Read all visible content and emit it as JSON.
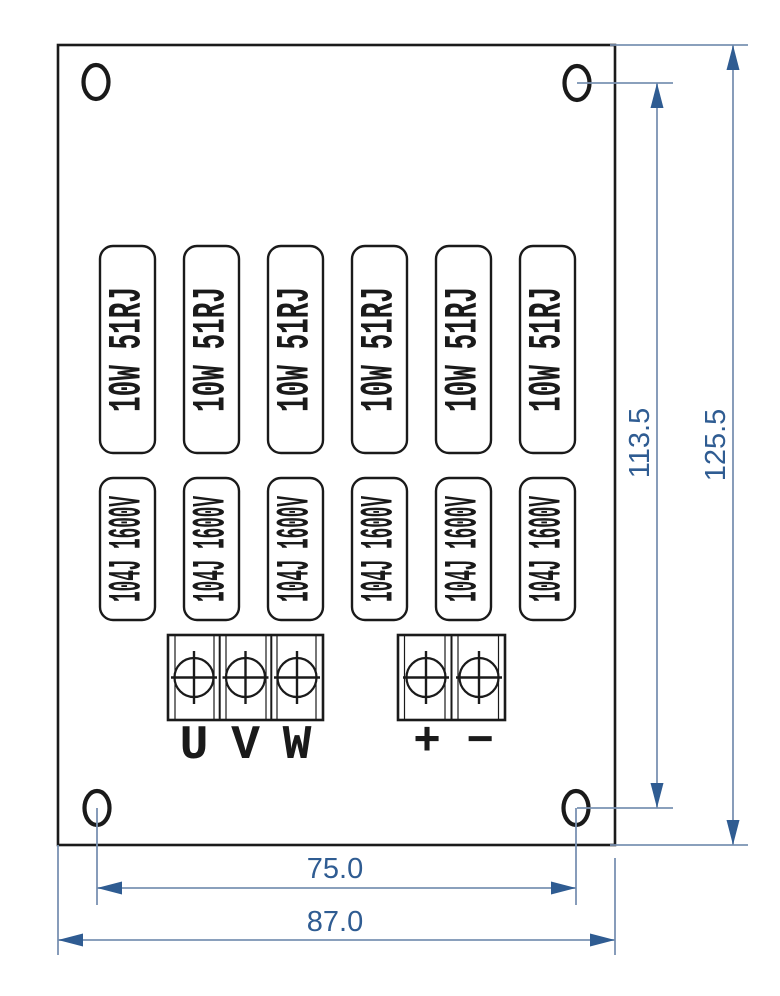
{
  "drawing": {
    "component_labels": {
      "resistor": "10W 51RJ",
      "capacitor": "104J 1600V"
    },
    "terminals": {
      "phase": [
        "U",
        "V",
        "W"
      ],
      "polarity": [
        "+",
        "−"
      ]
    },
    "dimensions": {
      "hole_pitch_vertical": "113.5",
      "board_height": "125.5",
      "hole_pitch_horizontal": "75.0",
      "board_width": "87.0"
    },
    "colors": {
      "outline": "#1a1a1a",
      "dimension_line": "#7a92b2",
      "dimension_accent": "#2f5c92"
    }
  }
}
